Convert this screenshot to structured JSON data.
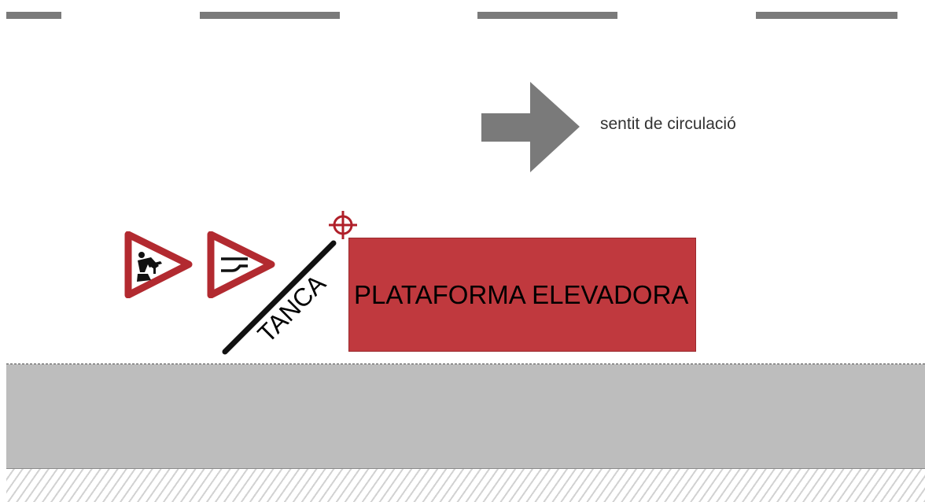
{
  "colors": {
    "platform": "#c0393e",
    "sign_border": "#b22a30",
    "lane_marking": "#7a7a7a",
    "arrow": "#7a7a7a",
    "sidewalk": "#bdbdbd",
    "fence": "#111111",
    "target": "#b0202a"
  },
  "road": {
    "lane_dashes": 4,
    "direction_label": "sentit de circulació",
    "direction_icon": "right-arrow-icon"
  },
  "signs": [
    {
      "icon": "roadworks-warning-sign-icon"
    },
    {
      "icon": "road-narrows-warning-sign-icon"
    }
  ],
  "fence": {
    "label": "TANCA"
  },
  "platform": {
    "label": "PLATAFORMA ELEVADORA"
  },
  "marker": {
    "icon": "crosshair-target-icon"
  },
  "sidewalk": {
    "pattern": "hatched"
  }
}
